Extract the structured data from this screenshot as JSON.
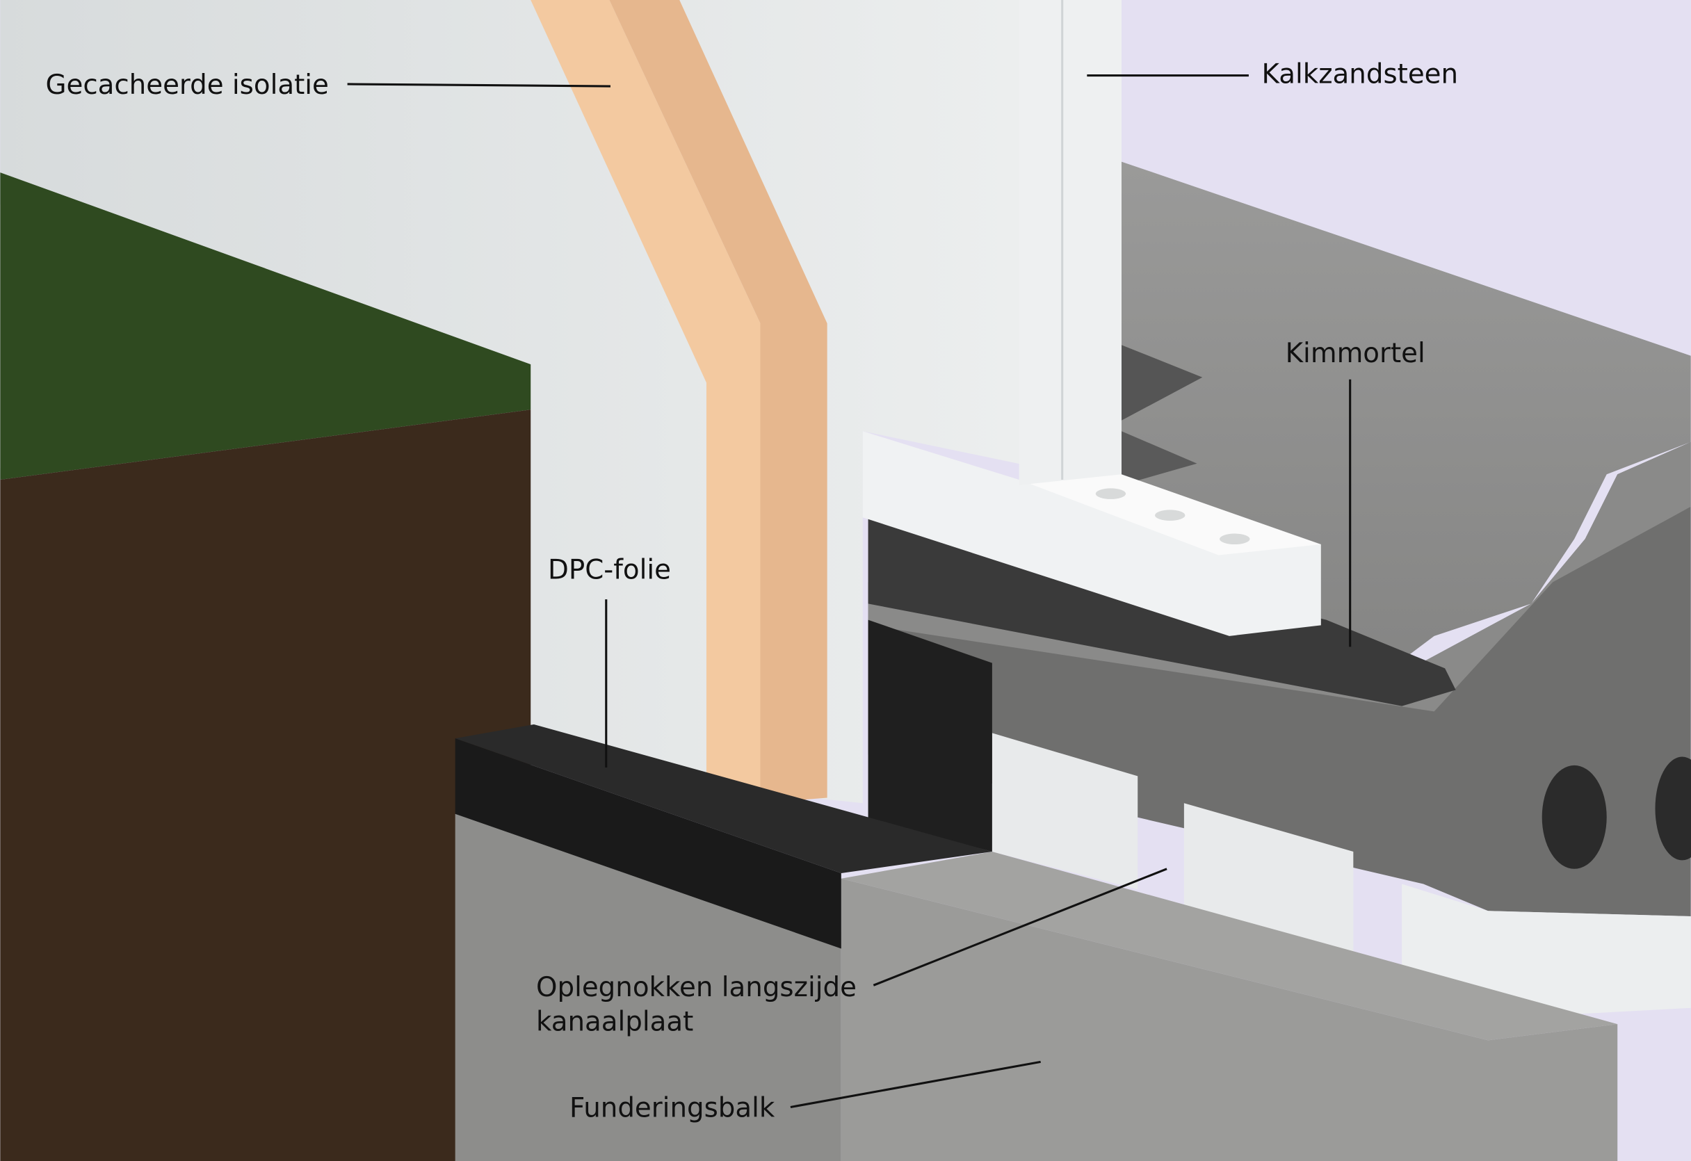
{
  "labels": {
    "insulation": "Gecacheerde isolatie",
    "sand_lime_brick": "Kalkzandsteen",
    "leveling_mortar": "Kimmortel",
    "dpc_film": "DPC-folie",
    "support_lugs_line1": "Oplegnokken langszijde",
    "support_lugs_line2": "kanaalplaat",
    "foundation_beam": "Funderingsbalk"
  },
  "colors": {
    "background": "#e4e0f2",
    "insulation": "#f3c9a0",
    "wall": "#e3e6e7",
    "grass": "#2f4a20",
    "soil": "#3b2a1c",
    "dpc": "#1f1f1f",
    "concrete": "#8d8d8b"
  }
}
